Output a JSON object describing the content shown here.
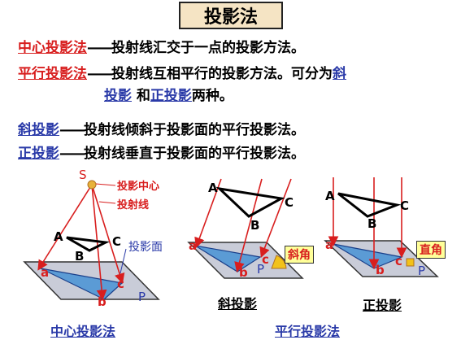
{
  "title": "投影法",
  "defs": {
    "central": {
      "term": "中心投影法",
      "dash": "——",
      "desc": "投射线汇交于一点的投影方法。"
    },
    "parallel": {
      "term": "平行投影法",
      "dash": "——",
      "desc": "投射线互相平行的投影方法。可分为",
      "link1": "斜",
      "link2": "投影",
      "and": " 和",
      "link3": "正投影",
      "tail": "两种。"
    },
    "oblique": {
      "term": "斜投影",
      "dash": "——",
      "desc": "投射线倾斜于投影面的平行投影法。"
    },
    "ortho": {
      "term": "正投影",
      "dash": "——",
      "desc": "投射线垂直于投影面的平行投影法。"
    }
  },
  "fig1": {
    "s": "S",
    "center_label": "投影中心",
    "ray_label": "投射线",
    "plane_label": "投影面",
    "A": "A",
    "B": "B",
    "C": "C",
    "a": "a",
    "b": "b",
    "c": "c",
    "P": "P"
  },
  "fig2": {
    "A": "A",
    "B": "B",
    "C": "C",
    "a": "a",
    "b": "b",
    "c": "c",
    "P": "P",
    "angle_label": "斜角",
    "caption": "斜投影"
  },
  "fig3": {
    "A": "A",
    "B": "B",
    "C": "C",
    "a": "a",
    "b": "b",
    "c": "c",
    "P": "P",
    "angle_label": "直角",
    "caption": "正投影"
  },
  "captions": {
    "central": "中心投影法",
    "parallel": "平行投影法"
  },
  "colors": {
    "ray": "#d81e1e",
    "plane_fill": "#c9ccd8",
    "proj_fill": "#5b9bd5",
    "title_bg": "#f5e4c4",
    "label_red": "#d81e1e",
    "label_blue": "#2a3aa8"
  }
}
